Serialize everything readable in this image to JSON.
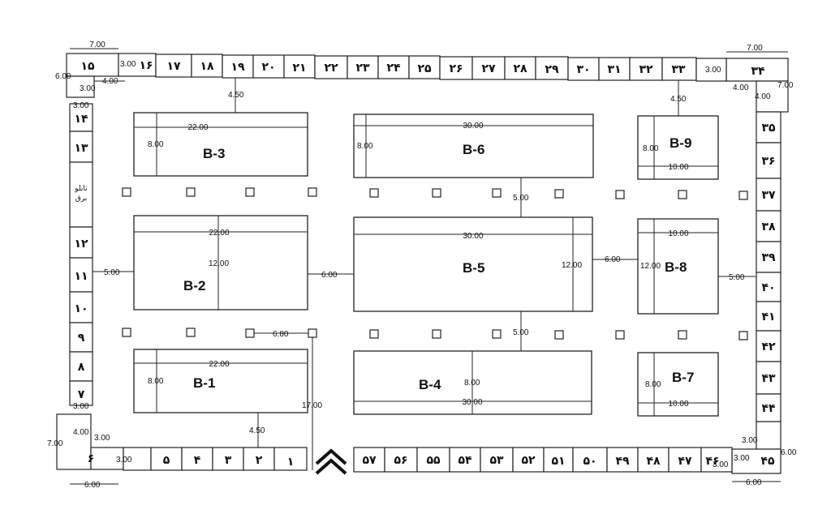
{
  "blocks": [
    {
      "id": "b1",
      "label": "B-1",
      "dims": [
        "22.00",
        "8.00"
      ]
    },
    {
      "id": "b2",
      "label": "B-2",
      "dims": [
        "22.00",
        "12.00"
      ]
    },
    {
      "id": "b3",
      "label": "B-3",
      "dims": [
        "22.00",
        "8.00"
      ]
    },
    {
      "id": "b4",
      "label": "B-4",
      "dims": [
        "8.00",
        "30.00"
      ]
    },
    {
      "id": "b5",
      "label": "B-5",
      "dims": [
        "30.00",
        "12.00"
      ]
    },
    {
      "id": "b6",
      "label": "B-6",
      "dims": [
        "30.00",
        "8.00"
      ]
    },
    {
      "id": "b7",
      "label": "B-7",
      "dims": [
        "8.00",
        "10.00"
      ]
    },
    {
      "id": "b8",
      "label": "B-8",
      "dims": [
        "10.00",
        "12.00"
      ]
    },
    {
      "id": "b9",
      "label": "B-9",
      "dims": [
        "8.00",
        "10.00"
      ]
    }
  ],
  "stalls": {
    "top": [
      "۱۵",
      "۱۶",
      "۱۷",
      "۱۸",
      "۱۹",
      "۲۰",
      "۲۱",
      "۲۲",
      "۲۳",
      "۲۴",
      "۲۵",
      "۲۶",
      "۲۷",
      "۲۸",
      "۲۹",
      "۳۰",
      "۳۱",
      "۳۲",
      "۳۳",
      "۳۴"
    ],
    "left": [
      "۱۴",
      "۱۳",
      "",
      "۱۲",
      "۱۱",
      "۱۰",
      "۹",
      "۸",
      "۷"
    ],
    "right": [
      "۳۵",
      "۳۶",
      "۳۷",
      "۳۸",
      "۳۹",
      "۴۰",
      "۴۱",
      "۴۲",
      "۴۳",
      "۴۴"
    ],
    "bottom_left": [
      "۶",
      "۵",
      "۴",
      "۳",
      "۲",
      "۱"
    ],
    "bottom_right": [
      "۵۷",
      "۵۶",
      "۵۵",
      "۵۴",
      "۵۳",
      "۵۲",
      "۵۱",
      "۵۰",
      "۴۹",
      "۴۸",
      "۴۷",
      "۴۶",
      "۴۵"
    ]
  },
  "panel_label": [
    "تابلو",
    "برق"
  ],
  "dimensions": {
    "d_7_00": "7.00",
    "d_6_00": "6.00",
    "d_4_00": "4.00",
    "d_3_00": "3.00",
    "d_4_50": "4.50",
    "d_5_00": "5.00",
    "d_6_80": "6.80",
    "d_17_00": "17.00"
  }
}
